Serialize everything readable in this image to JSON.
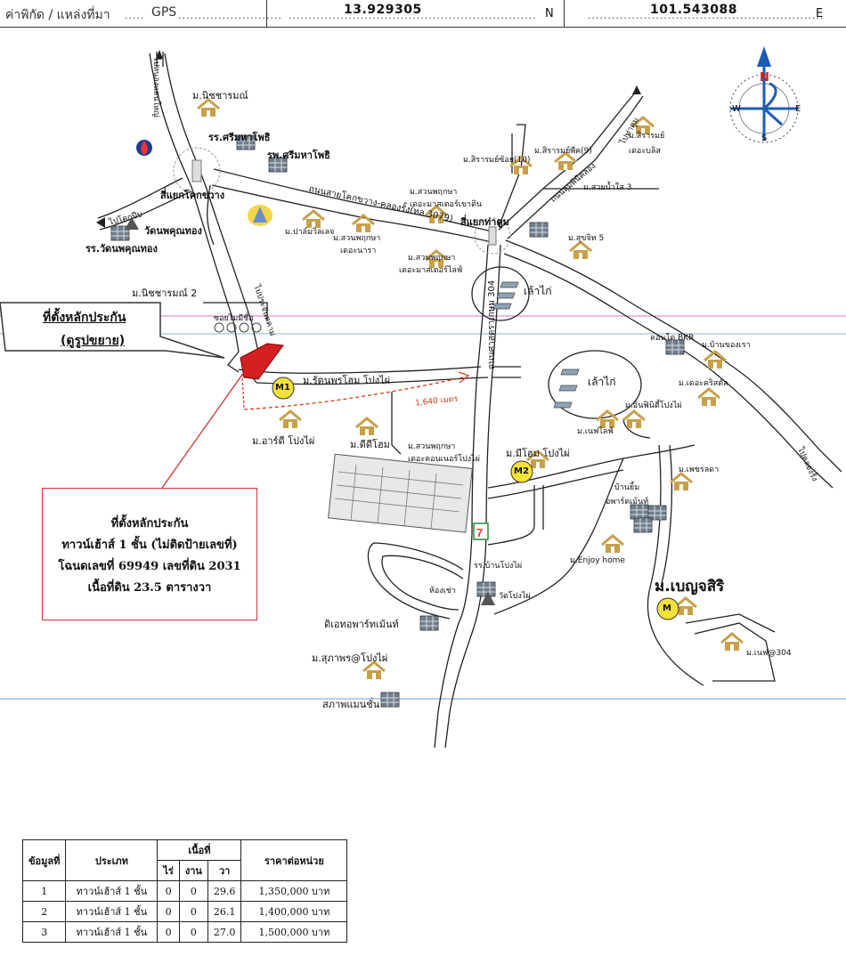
{
  "header": {
    "label": "ค่าพิกัด / แหล่งที่มา",
    "source": "GPS",
    "latitude": "13.929305",
    "lat_suffix": "N",
    "longitude": "101.543088",
    "lon_suffix": "E"
  },
  "colors": {
    "house_icon": "#c8a04a",
    "subject_plot": "#d42020",
    "distance_line": "#d03a1a",
    "pink_line": "#d27ad9",
    "blue_line": "#8ab3d8",
    "marker_fill": "#f3e23a",
    "compass_blue": "#1e5bb5",
    "compass_red": "#d0211c",
    "signature": "#1b3f8e"
  },
  "compass": {
    "n": "N",
    "s": "S",
    "e": "E",
    "w": "W"
  },
  "roads": {
    "r1": "ถนนสายโคกขวาง-คลองรั้ง(ทล.3079)",
    "r2": "ถนนลุมพินีคลอง",
    "r3": "ถนนศาสตราเกษม 304",
    "r4": "ไปโคกปีบ",
    "r5": "ไปหนองแสนใหญ่",
    "r6": "ไปประจันตคาม",
    "r7": "ไปท่าตูม",
    "r8": "ไปคลองรั้ง",
    "distance": "1,640 เมตร"
  },
  "places": {
    "p01": "ม.นิชชารมณ์",
    "p02": "รร.ศรีมหาโพธิ",
    "p03": "รพ.ศรีมหาโพธิ",
    "p04": "สี่แยกโคกขวาง",
    "p05": "วัดนพคุณทอง",
    "p06": "รร.วัดนพคุณทอง",
    "p07": "ม.นิชชารมณ์ 2",
    "p08": "ซอยไมมีชื่อ",
    "p09": "ม.ปาล์มวิลเลจ",
    "p10": "ม.สวนพฤกษา",
    "p11": "เดอะนารา",
    "p12": "ม.สวนพฤกษา",
    "p13": "เดอะมาสเตอร์เขาดิน",
    "p14": "ม.สวนพฤกษา",
    "p15": "เดอะมาสเตอร์ไลฟ์",
    "p16": "สี่แยกท่าตูม",
    "p17": "ม.สิรารมย์ซ้อย(10)",
    "p18": "ม.สิรารมย์พีค(9)",
    "p19": "ม.สิรารมย์",
    "p20": "เดอะบลิส",
    "p21": "ม.สวยน้ำใส 3",
    "p22": "ม.สุขจิท 5",
    "p23": "เล้าไก่",
    "p24": "เล้าไก่",
    "p25": "คอนโด BKR",
    "p26": "ม.บ้านของเรา",
    "p27": "ม.เดอะคริสตัล",
    "p28": "ม.อินฟินิตี้โปงไผ่",
    "p29": "ม.เนฟไลฟ์",
    "p30": "ม.รัตนพรโฮม โปงไผ่",
    "p31": "ม.อาร์ดี โปงไผ่",
    "p32": "ม.ดีดีโฮม",
    "p33": "ม.สวนพฤกษา",
    "p34": "เดอะคอนเนอร์โปงไผ่",
    "p35": "ม.มีโฮม โปงไผ่",
    "p36": "ม.เพชรลดา",
    "p37": "บ้านยิ้ม",
    "p38": "อพาร์ตเม้นท์",
    "p39": "ม.Enjoy home",
    "p40": "ม.เบญจสิริ",
    "p41": "ม.เนฟ@304",
    "p42": "รร.บ้านโปงไผ่",
    "p43": "วัดโปงไผ่",
    "p44": "ห้องเช่า",
    "p45": "ดิเอทอพาร์ทเม้นท์",
    "p46": "ม.สุภาพร@โปงไผ่",
    "p47": "สภาพแมนชั่น"
  },
  "markers": {
    "m1": "M1",
    "m2": "M2",
    "m3": "M"
  },
  "subject_marker": {
    "line1": "ที่ตั้งหลักประกัน",
    "line2": "(ดูรูปขยาย)"
  },
  "callout": {
    "line1": "ที่ตั้งหลักประกัน",
    "line2": "ทาวน์เฮ้าส์ 1 ชั้น (ไม่ติดป้ายเลขที่)",
    "line3": "โฉนดเลขที่ 69949 เลขที่ดิน 2031",
    "line4": "เนื้อที่ดิน 23.5 ตารางวา"
  },
  "table": {
    "headers": {
      "no": "ข้อมูลที่",
      "type": "ประเภท",
      "area": "เนื้อที่",
      "rai": "ไร่",
      "ngan": "งาน",
      "wa": "วา",
      "price": "ราคาต่อหน่วย"
    },
    "rows": [
      {
        "no": "1",
        "type": "ทาวน์เฮ้าส์ 1 ชั้น",
        "rai": "0",
        "ngan": "0",
        "wa": "29.6",
        "price": "1,350,000 บาท"
      },
      {
        "no": "2",
        "type": "ทาวน์เฮ้าส์ 1 ชั้น",
        "rai": "0",
        "ngan": "0",
        "wa": "26.1",
        "price": "1,400,000 บาท"
      },
      {
        "no": "3",
        "type": "ทาวน์เฮ้าส์ 1 ชั้น",
        "rai": "0",
        "ngan": "0",
        "wa": "27.0",
        "price": "1,500,000 บาท"
      }
    ]
  }
}
